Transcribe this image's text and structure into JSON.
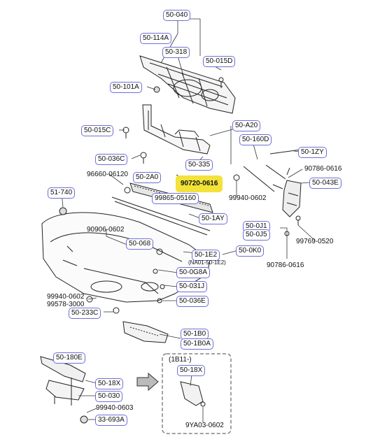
{
  "labels": {
    "l_50_040": "50-040",
    "l_50_114a": "50-114A",
    "l_50_318": "50-318",
    "l_50_015d": "50-015D",
    "l_50_101a": "50-101A",
    "l_50_015c": "50-015C",
    "l_50_a20": "50-A20",
    "l_50_160d": "50-160D",
    "l_50_1zy": "50-1ZY",
    "l_50_036c": "50-036C",
    "l_50_335": "50-335",
    "l_90786_0616a": "90786-0616",
    "l_96660_06120": "96660-06120",
    "l_50_2a0": "50-2A0",
    "l_90720_0616": "90720-0616",
    "l_50_043e": "50-043E",
    "l_51_740": "51-740",
    "l_99865_05160": "99865-05160",
    "l_99940_0602a": "99940-0602",
    "l_50_1ay": "50-1AY",
    "l_50_0j1": "50-0J1",
    "l_50_0j5": "50-0J5",
    "l_90906_0602": "90906-0602",
    "l_99769_0520": "99769-0520",
    "l_50_068": "50-068",
    "l_50_1e2": "50-1E2",
    "l_50_0k0": "50-0K0",
    "l_na01_50_1e2": "(NA01-50-1E2)",
    "l_50_0g8a": "50-0G8A",
    "l_90786_0616b": "90786-0616",
    "l_50_031j": "50-031J",
    "l_99940_0602b": "99940-0602",
    "l_99578_3000": "99578-3000",
    "l_50_036e": "50-036E",
    "l_50_233c": "50-233C",
    "l_50_1b0": "50-1B0",
    "l_50_1b0a": "50-1B0A",
    "l_1b11": "(1B11-)",
    "l_50_180e": "50-180E",
    "l_50_18x_a": "50-18X",
    "l_50_18x_b": "50-18X",
    "l_50_030": "50-030",
    "l_99940_0603": "99940-0603",
    "l_33_693a": "33-693A",
    "l_9ya03_0602": "9YA03-0602"
  },
  "colors": {
    "label_border": "#6e6ed8",
    "highlight": "#f2e23a",
    "line": "#222222"
  }
}
